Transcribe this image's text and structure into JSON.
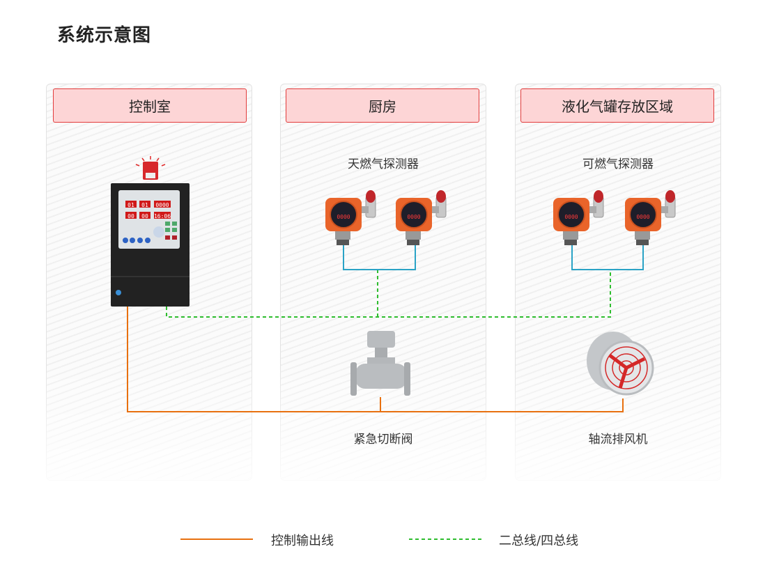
{
  "title": "系统示意图",
  "zones": [
    {
      "name": "控制室"
    },
    {
      "name": "厨房",
      "device_label": "天燃气探测器",
      "bottom_label": "紧急切断阀"
    },
    {
      "name": "液化气罐存放区域",
      "device_label": "可燃气探测器",
      "bottom_label": "轴流排风机"
    }
  ],
  "controller_display": [
    "01",
    "01",
    "0000",
    "00",
    "00",
    "16:06"
  ],
  "detector_display": "0000",
  "legend": [
    {
      "label": "控制输出线",
      "color": "#e8700f",
      "style": "solid"
    },
    {
      "label": "二总线/四总线",
      "color": "#2ebd2e",
      "style": "dashed"
    }
  ],
  "colors": {
    "bus_link": "#2aa3c6",
    "header_bg": "#fdd5d6",
    "header_border": "#e23b3b"
  }
}
